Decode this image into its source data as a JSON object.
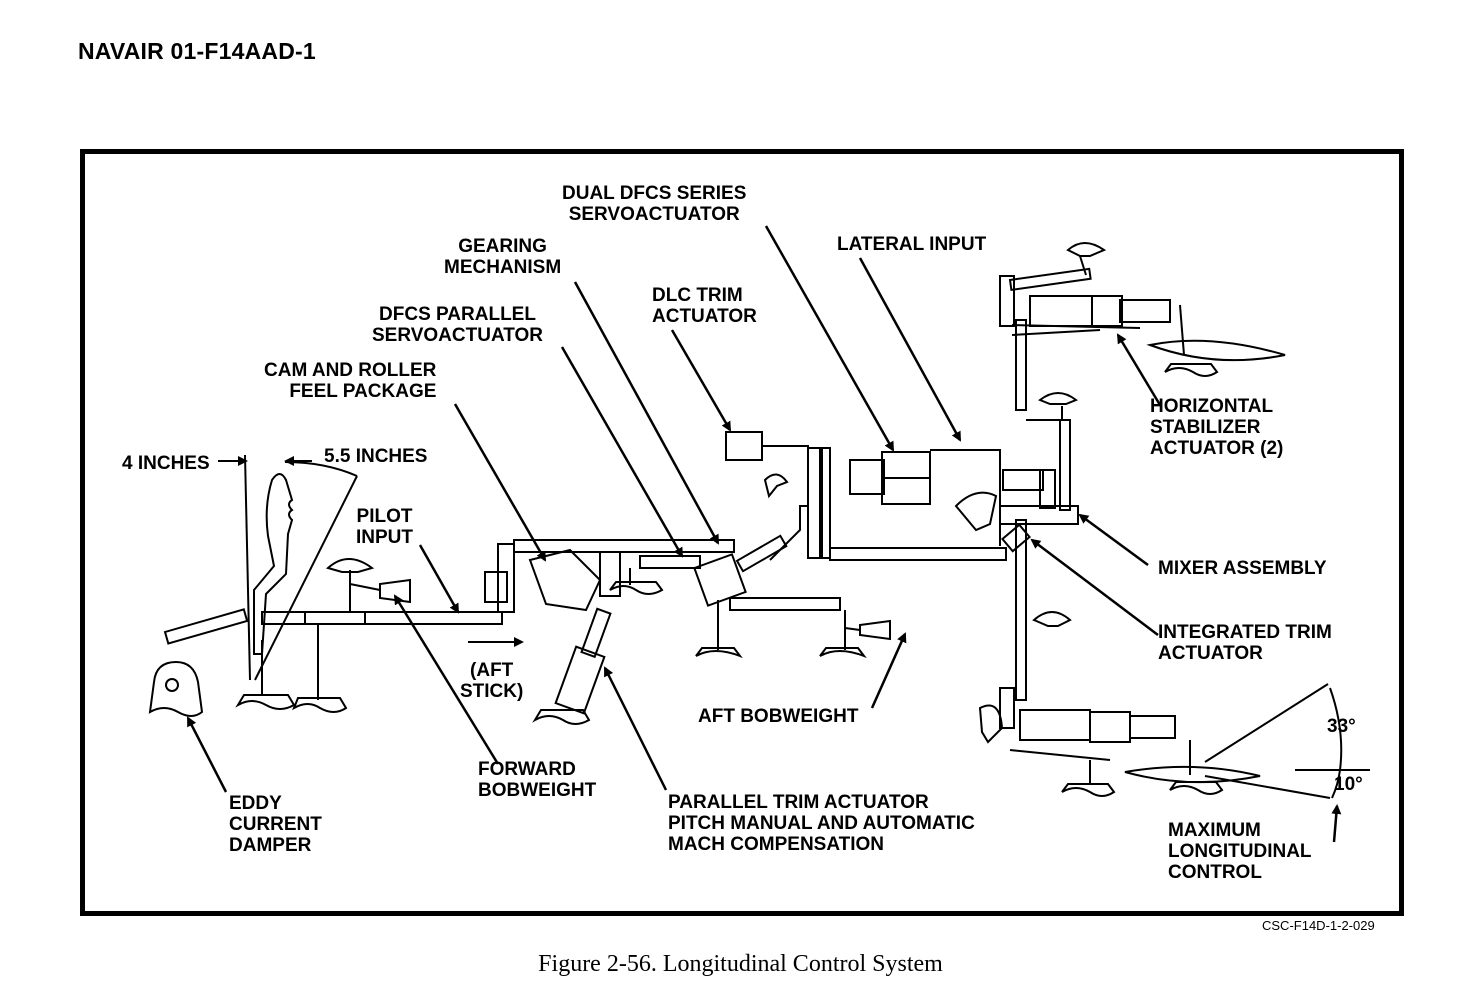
{
  "document": {
    "header": "NAVAIR 01-F14AAD-1",
    "figure_code": "CSC-F14D-1-2-029",
    "caption": "Figure 2-56. Longitudinal Control System"
  },
  "labels": {
    "dual_dfcs": "DUAL DFCS SERIES\nSERVOACTUATOR",
    "gearing": "GEARING\nMECHANISM",
    "lateral_input": "LATERAL INPUT",
    "dlc_trim": "DLC TRIM\nACTUATOR",
    "dfcs_parallel": "DFCS PARALLEL\nSERVOACTUATOR",
    "cam_roller": "CAM AND ROLLER\nFEEL PACKAGE",
    "four_inches": "4 INCHES",
    "five_five_inches": "5.5 INCHES",
    "pilot_input": "PILOT\nINPUT",
    "aft_stick": "(AFT\nSTICK)",
    "horizontal_stab": "HORIZONTAL\nSTABILIZER\nACTUATOR (2)",
    "mixer": "MIXER ASSEMBLY",
    "integrated_trim": "INTEGRATED TRIM\nACTUATOR",
    "aft_bobweight": "AFT BOBWEIGHT",
    "forward_bobweight": "FORWARD\nBOBWEIGHT",
    "eddy_current": "EDDY\nCURRENT\nDAMPER",
    "parallel_trim": "PARALLEL TRIM ACTUATOR\nPITCH MANUAL AND AUTOMATIC\nMACH COMPENSATION",
    "max_longitudinal": "MAXIMUM\nLONGITUDINAL\nCONTROL",
    "deg_33": "33°",
    "deg_10": "10°"
  }
}
